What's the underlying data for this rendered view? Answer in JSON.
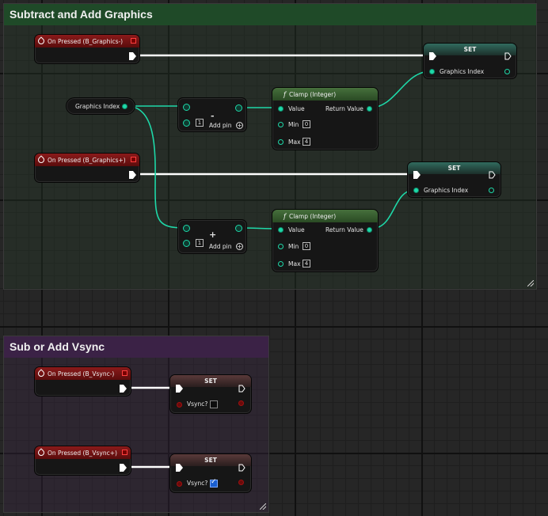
{
  "comments": [
    {
      "title": "Subtract and Add Graphics",
      "color": "#1f4a28"
    },
    {
      "title": "Sub or Add Vsync",
      "color": "#3b2246"
    }
  ],
  "events": [
    {
      "label": "On Pressed (B_Graphics-)"
    },
    {
      "label": "On Pressed (B_Graphics+)"
    },
    {
      "label": "On Pressed (B_Vsync-)"
    },
    {
      "label": "On Pressed (B_Vsync+)"
    }
  ],
  "getter": {
    "label": "Graphics Index"
  },
  "math": [
    {
      "op": "-",
      "value": "1",
      "add_pin": "Add pin"
    },
    {
      "op": "+",
      "value": "1",
      "add_pin": "Add pin"
    }
  ],
  "clamp": [
    {
      "title": "Clamp (Integer)",
      "value": "Value",
      "return": "Return Value",
      "min": "Min",
      "min_val": "0",
      "max": "Max",
      "max_val": "4"
    },
    {
      "title": "Clamp (Integer)",
      "value": "Value",
      "return": "Return Value",
      "min": "Min",
      "min_val": "0",
      "max": "Max",
      "max_val": "4"
    }
  ],
  "sets": [
    {
      "title": "SET",
      "var": "Graphics Index"
    },
    {
      "title": "SET",
      "var": "Graphics Index"
    },
    {
      "title": "SET",
      "var": "Vsync?",
      "checked": false
    },
    {
      "title": "SET",
      "var": "Vsync?",
      "checked": true
    }
  ],
  "function_icon": "f-function-icon",
  "colors": {
    "wire_exec": "#ffffff",
    "wire_int": "#1ed8a8",
    "event_header": "#8a1a1a"
  }
}
